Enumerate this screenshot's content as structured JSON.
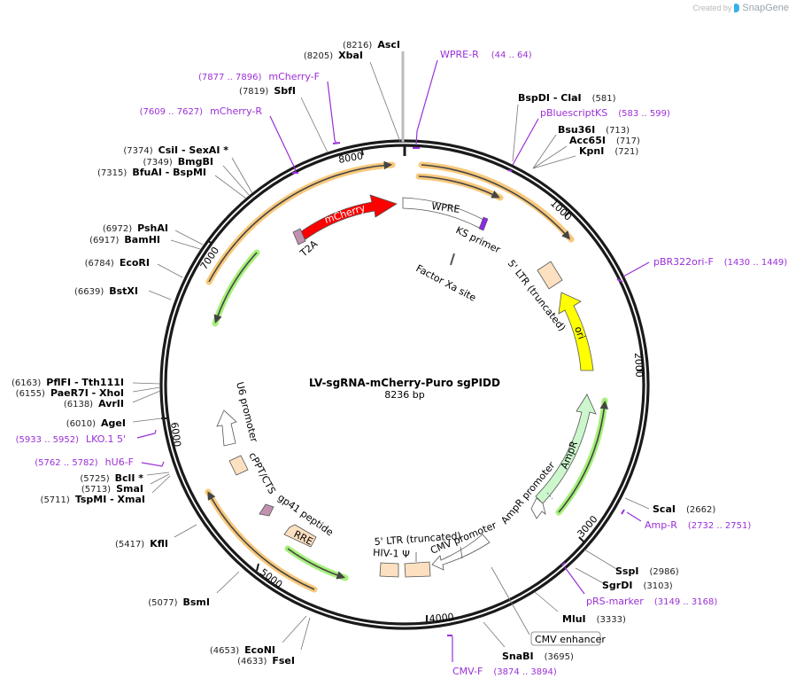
{
  "credit": {
    "prefix": "Created by",
    "brand": "SnapGene"
  },
  "plasmid": {
    "name": "LV-sgRNA-mCherry-Puro sgPIDD",
    "length_label": "8236 bp",
    "length": 8236
  },
  "ticks": [
    {
      "pos": 1000,
      "label": "1000"
    },
    {
      "pos": 2000,
      "label": "2000"
    },
    {
      "pos": 3000,
      "label": "3000"
    },
    {
      "pos": 4000,
      "label": "4000"
    },
    {
      "pos": 5000,
      "label": "5000"
    },
    {
      "pos": 6000,
      "label": "6000"
    },
    {
      "pos": 7000,
      "label": "7000"
    },
    {
      "pos": 8000,
      "label": "8000"
    }
  ],
  "restriction_sites": [
    {
      "name": "AscI",
      "pos": "(8216)"
    },
    {
      "name": "XbaI",
      "pos": "(8205)"
    },
    {
      "name": "SbfI",
      "pos": "(7819)"
    },
    {
      "name": "CsiI  - SexAI *",
      "pos": "(7374)"
    },
    {
      "name": "BmgBI",
      "pos": "(7349)"
    },
    {
      "name": "BfuAI  - BspMI",
      "pos": "(7315)"
    },
    {
      "name": "PshAI",
      "pos": "(6972)"
    },
    {
      "name": "BamHI",
      "pos": "(6917)"
    },
    {
      "name": "EcoRI",
      "pos": "(6784)"
    },
    {
      "name": "BstXI",
      "pos": "(6639)"
    },
    {
      "name": "PflFI  - Tth111I",
      "pos": "(6163)"
    },
    {
      "name": "PaeR7I  - XhoI",
      "pos": "(6155)"
    },
    {
      "name": "AvrII",
      "pos": "(6138)"
    },
    {
      "name": "AgeI",
      "pos": "(6010)"
    },
    {
      "name": "BclI *",
      "pos": "(5725)"
    },
    {
      "name": "SmaI",
      "pos": "(5713)"
    },
    {
      "name": "TspMI  - XmaI",
      "pos": "(5711)"
    },
    {
      "name": "KflI",
      "pos": "(5417)"
    },
    {
      "name": "BsmI",
      "pos": "(5077)"
    },
    {
      "name": "EcoNI",
      "pos": "(4653)"
    },
    {
      "name": "FseI",
      "pos": "(4633)"
    },
    {
      "name": "SnaBI",
      "pos": "(3695)"
    },
    {
      "name": "MluI",
      "pos": "(3333)"
    },
    {
      "name": "SgrDI",
      "pos": "(3103)"
    },
    {
      "name": "SspI",
      "pos": "(2986)"
    },
    {
      "name": "ScaI",
      "pos": "(2662)"
    },
    {
      "name": "KpnI",
      "pos": "(721)"
    },
    {
      "name": "Acc65I",
      "pos": "(717)"
    },
    {
      "name": "Bsu36I",
      "pos": "(713)"
    },
    {
      "name": "BspDI  - ClaI",
      "pos": "(581)"
    }
  ],
  "primers": [
    {
      "name": "WPRE-R",
      "range": "(44 .. 64)"
    },
    {
      "name": "mCherry-F",
      "range": "(7877 .. 7896)"
    },
    {
      "name": "mCherry-R",
      "range": "(7609 .. 7627)"
    },
    {
      "name": "pBluescriptKS",
      "range": "(583 .. 599)"
    },
    {
      "name": "pBR322ori-F",
      "range": "(1430 .. 1449)"
    },
    {
      "name": "Amp-R",
      "range": "(2732 .. 2751)"
    },
    {
      "name": "pRS-marker",
      "range": "(3149 .. 3168)"
    },
    {
      "name": "CMV-F",
      "range": "(3874 .. 3894)"
    },
    {
      "name": "LKO.1 5'",
      "range": "(5933 .. 5952)"
    },
    {
      "name": "hU6-F",
      "range": "(5762 .. 5782)"
    }
  ],
  "features": [
    {
      "name": "mCherry",
      "color": "#ff0000"
    },
    {
      "name": "T2A",
      "color": "#c291b0"
    },
    {
      "name": "WPRE",
      "color": "#ffffff"
    },
    {
      "name": "KS primer",
      "color": "#8a2be2"
    },
    {
      "name": "Factor Xa site",
      "color": "#555555"
    },
    {
      "name": "5' LTR (truncated)",
      "color": "#fde0c0"
    },
    {
      "name": "ori",
      "color": "#ffff00"
    },
    {
      "name": "AmpR",
      "color": "#ccf7cc"
    },
    {
      "name": "AmpR promoter",
      "color": "#ffffff"
    },
    {
      "name": "CMV promoter",
      "color": "#ffffff"
    },
    {
      "name": "CMV enhancer",
      "color": "#ffffff"
    },
    {
      "name": "5' LTR (truncated)",
      "color": "#fde0c0"
    },
    {
      "name": "HIV-1 Ψ",
      "color": "#fde0c0"
    },
    {
      "name": "RRE",
      "color": "#fde0c0"
    },
    {
      "name": "gp41 peptide",
      "color": "#c291b0"
    },
    {
      "name": "cPPT/CTS",
      "color": "#fde0c0"
    },
    {
      "name": "U6 promoter",
      "color": "#ffffff"
    }
  ],
  "colors": {
    "backbone": "#1a1a1a",
    "primer": "#9a2fd6",
    "orf_orange_glow": "#f8c97c",
    "orf_green_glow": "#a6f07a",
    "orf_line": "#444444"
  }
}
